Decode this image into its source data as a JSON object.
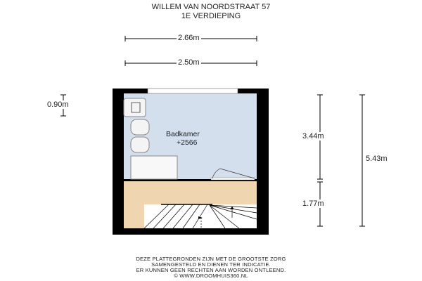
{
  "header": {
    "address": "WILLEM VAN NOORDSTRAAT 57",
    "floor": "1E VERDIEPING"
  },
  "dimensions": {
    "width_outer": "2.66m",
    "width_inner": "2.50m",
    "left": "0.90m",
    "room_height": "3.44m",
    "hall_height": "1.77m",
    "total_height": "5.43m"
  },
  "room": {
    "name": "Badkamer",
    "level": "+2566"
  },
  "colors": {
    "room": "#d3dfec",
    "hall": "#f0d6b0",
    "wall": "#000000"
  },
  "footer": [
    "DEZE PLATTEGRONDEN ZIJN MET DE GROOTSTE ZORG",
    "SAMENGESTELD EN DIENEN TER INDICATIE.",
    "ER KUNNEN GEEN RECHTEN AAN WORDEN ONTLEEND.",
    "© WWW.DROOMHUIS360.NL"
  ]
}
